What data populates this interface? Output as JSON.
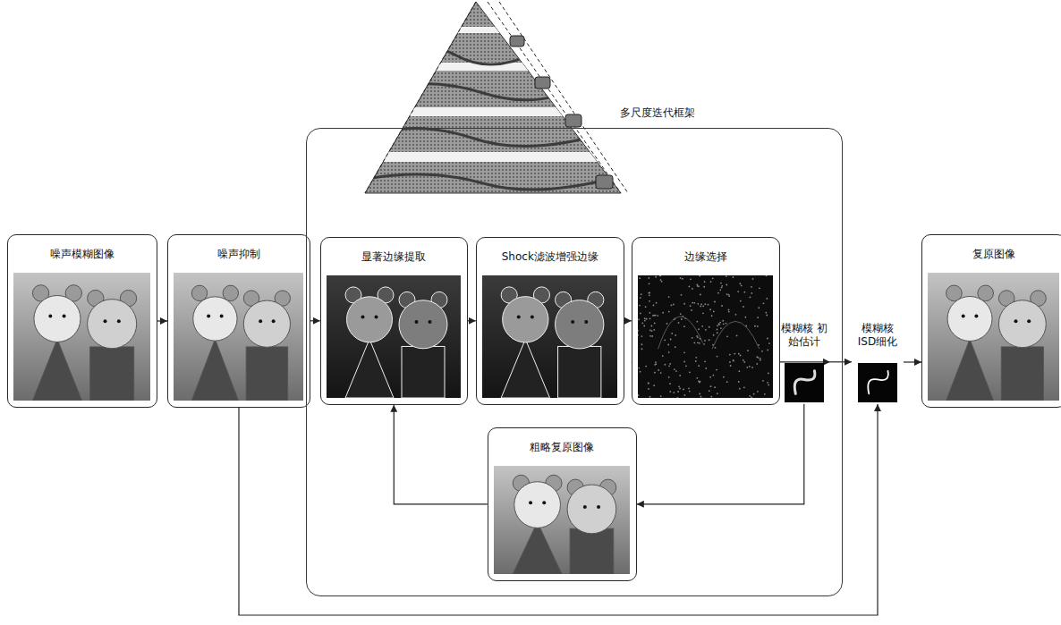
{
  "diagram": {
    "nodes": [
      {
        "text": [
          "噪声模糊图像"
        ]
      },
      {
        "text": [
          "噪声抑制"
        ]
      },
      {
        "text": [
          "多尺度迭代框架"
        ]
      },
      {
        "text": [
          "显著边缘提取"
        ],
        "in": 2
      },
      {
        "text": [
          "Shock滤波增强边缘"
        ],
        "in": 2
      },
      {
        "text": [
          "边缘选择"
        ],
        "in": 2
      },
      {
        "text": [
          "模糊核 初始估计"
        ],
        "in": 2
      },
      {
        "text": [
          "粗略复原图像"
        ],
        "in": 2
      },
      {
        "text": [
          "模糊核 ISD细化"
        ]
      },
      {
        "text": [
          "复原图像"
        ]
      }
    ],
    "edges": [
      {
        "from": 0,
        "to": 1,
        "arrow": "to"
      },
      {
        "from": 1,
        "to": 3,
        "arrow": "to"
      },
      {
        "from": 3,
        "to": 4,
        "arrow": "to"
      },
      {
        "from": 4,
        "to": 5,
        "arrow": "to"
      },
      {
        "from": 5,
        "to": 6,
        "arrow": "to"
      },
      {
        "from": 6,
        "to": 7,
        "arrow": "to"
      },
      {
        "from": 7,
        "to": 3,
        "arrow": "to"
      },
      {
        "from": 6,
        "to": 8,
        "arrow": "to"
      },
      {
        "from": 8,
        "to": 9,
        "arrow": "to"
      },
      {
        "from": 1,
        "to": 8,
        "arrow": "to"
      }
    ]
  }
}
